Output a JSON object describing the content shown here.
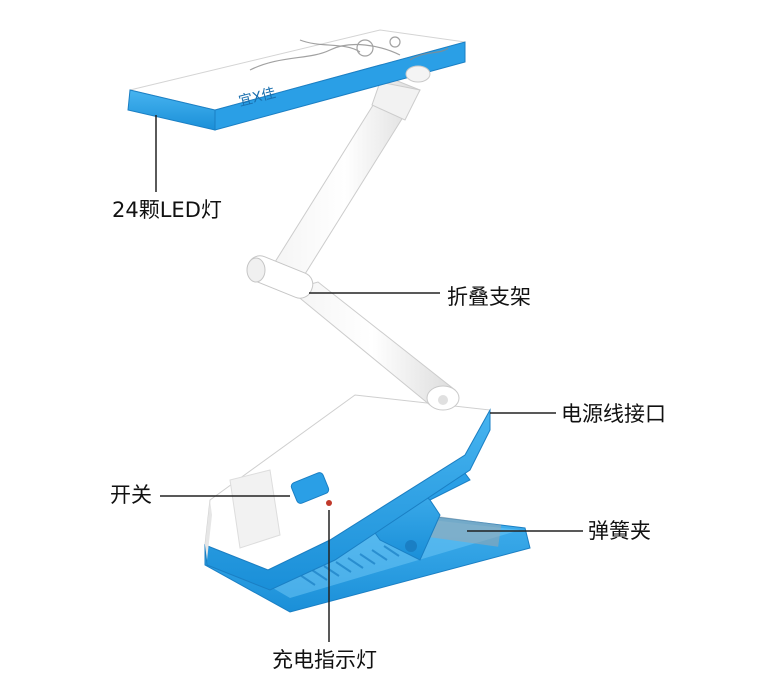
{
  "labels": {
    "led": "24颗LED灯",
    "arm": "折叠支架",
    "power_port": "电源线接口",
    "switch": "开关",
    "spring_clip": "弹簧夹",
    "charge_indicator": "充电指示灯"
  },
  "brand_mark": "宜X佳",
  "colors": {
    "body": "#ffffff",
    "accent": "#2a9fe6",
    "leader_line": "#222222"
  }
}
